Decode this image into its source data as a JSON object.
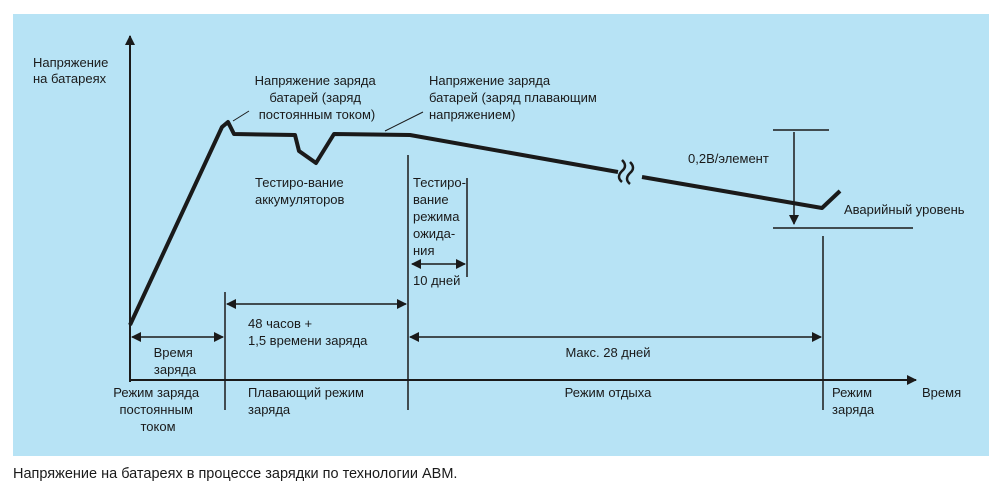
{
  "colors": {
    "background": "#b7e3f5",
    "ink": "#1a1a1a"
  },
  "axes": {
    "y_label": [
      "Напряжение",
      "на батареях"
    ],
    "x_label": "Время"
  },
  "annotations": {
    "const_charge": [
      "Напряжение заряда",
      "батарей (заряд",
      "постоянным током)"
    ],
    "float_charge": [
      "Напряжение заряда",
      "батарей (заряд плавающим",
      "напряжением)"
    ],
    "battery_test": [
      "Тестиро-вание",
      "аккумуляторов"
    ],
    "standby_test": [
      "Тестиро-",
      "вание",
      "режима",
      "ожида-",
      "ния"
    ],
    "ten_days": "10 дней",
    "per_cell": "0,2В/элемент",
    "alarm_level": "Аварийный уровень"
  },
  "intervals": {
    "charge_time": [
      "Время",
      "заряда"
    ],
    "hours_48": [
      "48 часов +",
      "1,5 времени заряда"
    ],
    "max_28_days": "Макс. 28 дней"
  },
  "modes": {
    "constant_current": [
      "Режим заряда",
      "постоянным",
      "током"
    ],
    "float": [
      "Плавающий режим",
      "заряда"
    ],
    "rest": "Режим отдыха",
    "recharge": [
      "Режим",
      "заряда"
    ]
  },
  "caption": "Напряжение на батареях в процессе зарядки по технологии ABM."
}
